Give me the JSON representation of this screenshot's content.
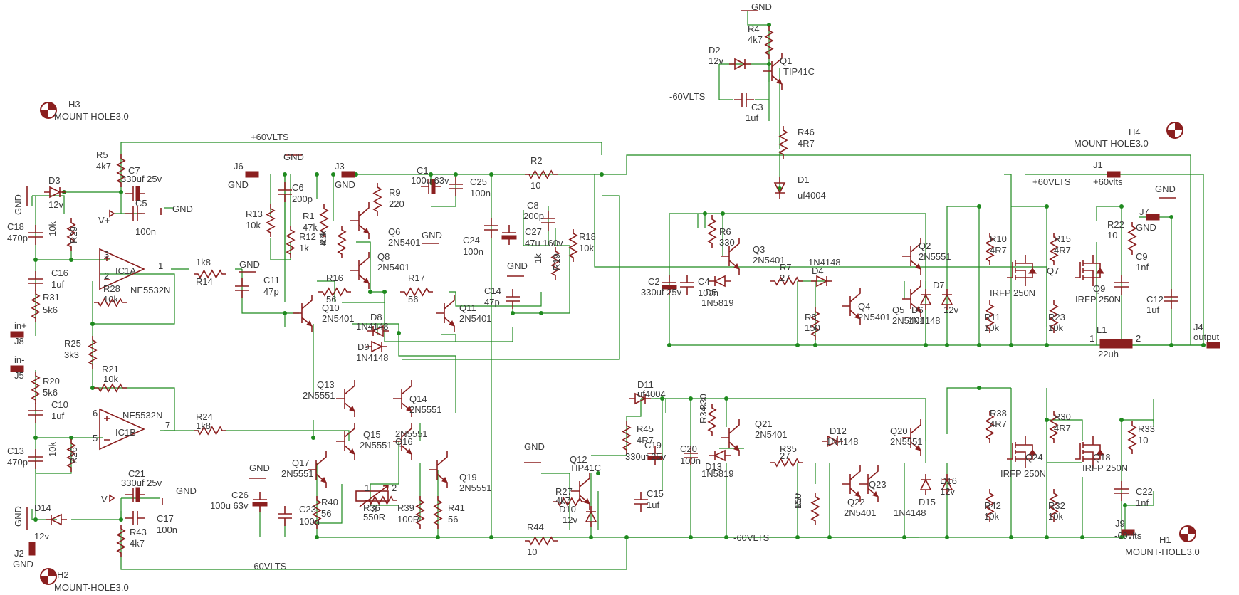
{
  "supplies": {
    "pos_top": "+60VLTS",
    "pos_right": "+60VLTS",
    "neg_bottom_mid": "-60VLTS",
    "neg_bottom_left": "-60VLTS",
    "neg_top": "-60VLTS",
    "vplus": "V+",
    "vminus": "V-"
  },
  "gnd": "GND",
  "mount_holes": [
    {
      "ref": "H3",
      "value": "MOUNT-HOLE3.0"
    },
    {
      "ref": "H4",
      "value": "MOUNT-HOLE3.0"
    },
    {
      "ref": "H2",
      "value": "MOUNT-HOLE3.0"
    },
    {
      "ref": "H1",
      "value": "MOUNT-HOLE3.0"
    }
  ],
  "connectors": [
    {
      "ref": "J8",
      "label": "in+"
    },
    {
      "ref": "J5",
      "label": "in-"
    },
    {
      "ref": "J2",
      "label": "GND"
    },
    {
      "ref": "J6",
      "label": "GND"
    },
    {
      "ref": "J3",
      "label": "GND"
    },
    {
      "ref": "J1",
      "label": "+60vlts"
    },
    {
      "ref": "J7",
      "label": "GND"
    },
    {
      "ref": "J4",
      "label": "output"
    },
    {
      "ref": "J9",
      "label": "-60vlts"
    }
  ],
  "opamps": [
    {
      "ref": "IC1A",
      "value": "NE5532N"
    },
    {
      "ref": "IC1B",
      "value": "NE5532N"
    }
  ],
  "pin_numbers": {
    "ic1a": [
      "3",
      "2",
      "1"
    ],
    "ic1b": [
      "6",
      "5",
      "7"
    ],
    "pot": [
      "1",
      "2",
      "3"
    ],
    "inductor": [
      "1",
      "2"
    ]
  },
  "resistors": [
    {
      "ref": "R5",
      "value": "4k7"
    },
    {
      "ref": "R29",
      "value": "10k"
    },
    {
      "ref": "R31",
      "value": "5k6"
    },
    {
      "ref": "R28",
      "value": "10k"
    },
    {
      "ref": "R14",
      "value": "1k8"
    },
    {
      "ref": "R25",
      "value": "3k3"
    },
    {
      "ref": "R21",
      "value": "10k"
    },
    {
      "ref": "R20",
      "value": "5k6"
    },
    {
      "ref": "R26",
      "value": "10k"
    },
    {
      "ref": "R24",
      "value": "1k8"
    },
    {
      "ref": "R43",
      "value": "4k7"
    },
    {
      "ref": "R13",
      "value": "10k"
    },
    {
      "ref": "R12",
      "value": "1k"
    },
    {
      "ref": "R1",
      "value": "47k"
    },
    {
      "ref": "R3",
      "value": "47k"
    },
    {
      "ref": "R9",
      "value": "220"
    },
    {
      "ref": "R16",
      "value": "56"
    },
    {
      "ref": "R17",
      "value": "56"
    },
    {
      "ref": "R2",
      "value": "10"
    },
    {
      "ref": "R19",
      "value": "1k"
    },
    {
      "ref": "R18",
      "value": "10k"
    },
    {
      "ref": "R40",
      "value": "56"
    },
    {
      "ref": "R36",
      "value": "550R"
    },
    {
      "ref": "R39",
      "value": "100R"
    },
    {
      "ref": "R41",
      "value": "56"
    },
    {
      "ref": "R44",
      "value": "10"
    },
    {
      "ref": "R27",
      "value": "4k7"
    },
    {
      "ref": "R45",
      "value": "4R7"
    },
    {
      "ref": "R4",
      "value": "4k7"
    },
    {
      "ref": "R46",
      "value": "4R7"
    },
    {
      "ref": "R6",
      "value": "330"
    },
    {
      "ref": "R7",
      "value": "27"
    },
    {
      "ref": "R8",
      "value": "150"
    },
    {
      "ref": "R10",
      "value": "4R7"
    },
    {
      "ref": "R11",
      "value": "10k"
    },
    {
      "ref": "R15",
      "value": "4R7"
    },
    {
      "ref": "R23",
      "value": "10k"
    },
    {
      "ref": "R22",
      "value": "10"
    },
    {
      "ref": "R34",
      "value": "330"
    },
    {
      "ref": "R35",
      "value": "27"
    },
    {
      "ref": "R37",
      "value": "150"
    },
    {
      "ref": "R38",
      "value": "4R7"
    },
    {
      "ref": "R42",
      "value": "10k"
    },
    {
      "ref": "R30",
      "value": "4R7"
    },
    {
      "ref": "R32",
      "value": "10k"
    },
    {
      "ref": "R33",
      "value": "10"
    }
  ],
  "capacitors": [
    {
      "ref": "C7",
      "value": "330uf 25v"
    },
    {
      "ref": "C5",
      "value": "100n"
    },
    {
      "ref": "C18",
      "value": "470p"
    },
    {
      "ref": "C16",
      "value": "1uf"
    },
    {
      "ref": "C10",
      "value": "1uf"
    },
    {
      "ref": "C13",
      "value": "470p"
    },
    {
      "ref": "C21",
      "value": "330uf 25v"
    },
    {
      "ref": "C17",
      "value": "100n"
    },
    {
      "ref": "C6",
      "value": "200p"
    },
    {
      "ref": "C11",
      "value": "47p"
    },
    {
      "ref": "C1",
      "value": "100u 63v"
    },
    {
      "ref": "C25",
      "value": "100n"
    },
    {
      "ref": "C24",
      "value": "100n"
    },
    {
      "ref": "C27",
      "value": "47u 160v"
    },
    {
      "ref": "C8",
      "value": "200p"
    },
    {
      "ref": "C14",
      "value": "47p"
    },
    {
      "ref": "C26",
      "value": "100u 63v"
    },
    {
      "ref": "C23",
      "value": "100n"
    },
    {
      "ref": "C19",
      "value": "330uf 25v"
    },
    {
      "ref": "C15",
      "value": "1uf"
    },
    {
      "ref": "C20",
      "value": "100n"
    },
    {
      "ref": "C3",
      "value": "1uf"
    },
    {
      "ref": "C2",
      "value": "330uf 25v"
    },
    {
      "ref": "C4",
      "value": "100n"
    },
    {
      "ref": "C9",
      "value": "1nf"
    },
    {
      "ref": "C12",
      "value": "1uf"
    },
    {
      "ref": "C22",
      "value": "1nf"
    }
  ],
  "diodes": [
    {
      "ref": "D3",
      "value": "12v"
    },
    {
      "ref": "D14",
      "value": "12v"
    },
    {
      "ref": "D8",
      "value": "1N4148"
    },
    {
      "ref": "D9",
      "value": "1N4148"
    },
    {
      "ref": "D11",
      "value": "uf4004"
    },
    {
      "ref": "D10",
      "value": "12v"
    },
    {
      "ref": "D2",
      "value": "12v"
    },
    {
      "ref": "D1",
      "value": "uf4004"
    },
    {
      "ref": "D5",
      "value": "1N5819"
    },
    {
      "ref": "D4",
      "value": "1N4148"
    },
    {
      "ref": "D6",
      "value": "1N4148"
    },
    {
      "ref": "D7",
      "value": "12v"
    },
    {
      "ref": "D12",
      "value": "1N4148"
    },
    {
      "ref": "D13",
      "value": "1N5819"
    },
    {
      "ref": "D15",
      "value": "1N4148"
    },
    {
      "ref": "D16",
      "value": "12v"
    }
  ],
  "transistors": [
    {
      "ref": "Q6",
      "value": "2N5401"
    },
    {
      "ref": "Q8",
      "value": "2N5401"
    },
    {
      "ref": "Q10",
      "value": "2N5401"
    },
    {
      "ref": "Q11",
      "value": "2N5401"
    },
    {
      "ref": "Q13",
      "value": "2N5551"
    },
    {
      "ref": "Q14",
      "value": "2N5551"
    },
    {
      "ref": "Q15",
      "value": "2N5551"
    },
    {
      "ref": "Q16",
      "value": "2N5551"
    },
    {
      "ref": "Q17",
      "value": "2N5551"
    },
    {
      "ref": "Q19",
      "value": "2N5551"
    },
    {
      "ref": "Q12",
      "value": "TIP41C"
    },
    {
      "ref": "Q1",
      "value": "TIP41C"
    },
    {
      "ref": "Q3",
      "value": "2N5401"
    },
    {
      "ref": "Q4",
      "value": "2N5401"
    },
    {
      "ref": "Q2",
      "value": "2N5551"
    },
    {
      "ref": "Q5",
      "value": "2N5401"
    },
    {
      "ref": "Q7",
      "value": "IRFP 250N"
    },
    {
      "ref": "Q9",
      "value": "IRFP 250N"
    },
    {
      "ref": "Q21",
      "value": "2N5401"
    },
    {
      "ref": "Q22",
      "value": "2N5401"
    },
    {
      "ref": "Q23",
      "value": ""
    },
    {
      "ref": "Q20",
      "value": "2N5551"
    },
    {
      "ref": "Q24",
      "value": "IRFP 250N"
    },
    {
      "ref": "Q18",
      "value": "IRFP 250N"
    }
  ],
  "inductors": [
    {
      "ref": "L1",
      "value": "22uh"
    }
  ]
}
